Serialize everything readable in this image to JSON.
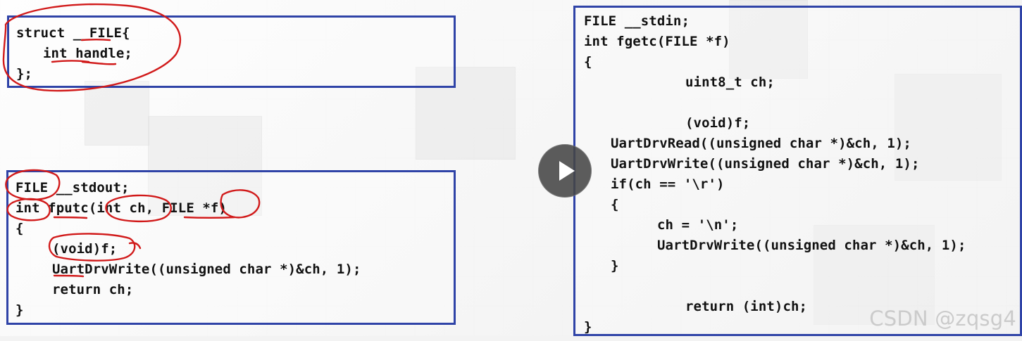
{
  "colors": {
    "box_border": "#2f43a7",
    "annotation": "#d11a1a",
    "watermark": "#c8c8c8",
    "play_bg": "#464646"
  },
  "icons": {
    "play": "play-icon"
  },
  "watermark": "CSDN @zqsg4",
  "code": {
    "left_top": [
      "struct __FILE{",
      "int handle;",
      "};"
    ],
    "left_bottom": [
      "FILE __stdout;",
      "int fputc(int ch, FILE *f)",
      "{",
      "(void)f;",
      "UartDrvWrite((unsigned char *)&ch, 1);",
      "return ch;",
      "}"
    ],
    "right": [
      "FILE __stdin;",
      "int fgetc(FILE *f)",
      "{",
      "uint8_t ch;",
      "",
      "(void)f;",
      "UartDrvRead((unsigned char *)&ch, 1);",
      "UartDrvWrite((unsigned char *)&ch, 1);",
      "if(ch == '\\r')",
      "{",
      "ch = '\\n';",
      "UartDrvWrite((unsigned char *)&ch, 1);",
      "}",
      "",
      "return (int)ch;",
      "}"
    ]
  }
}
